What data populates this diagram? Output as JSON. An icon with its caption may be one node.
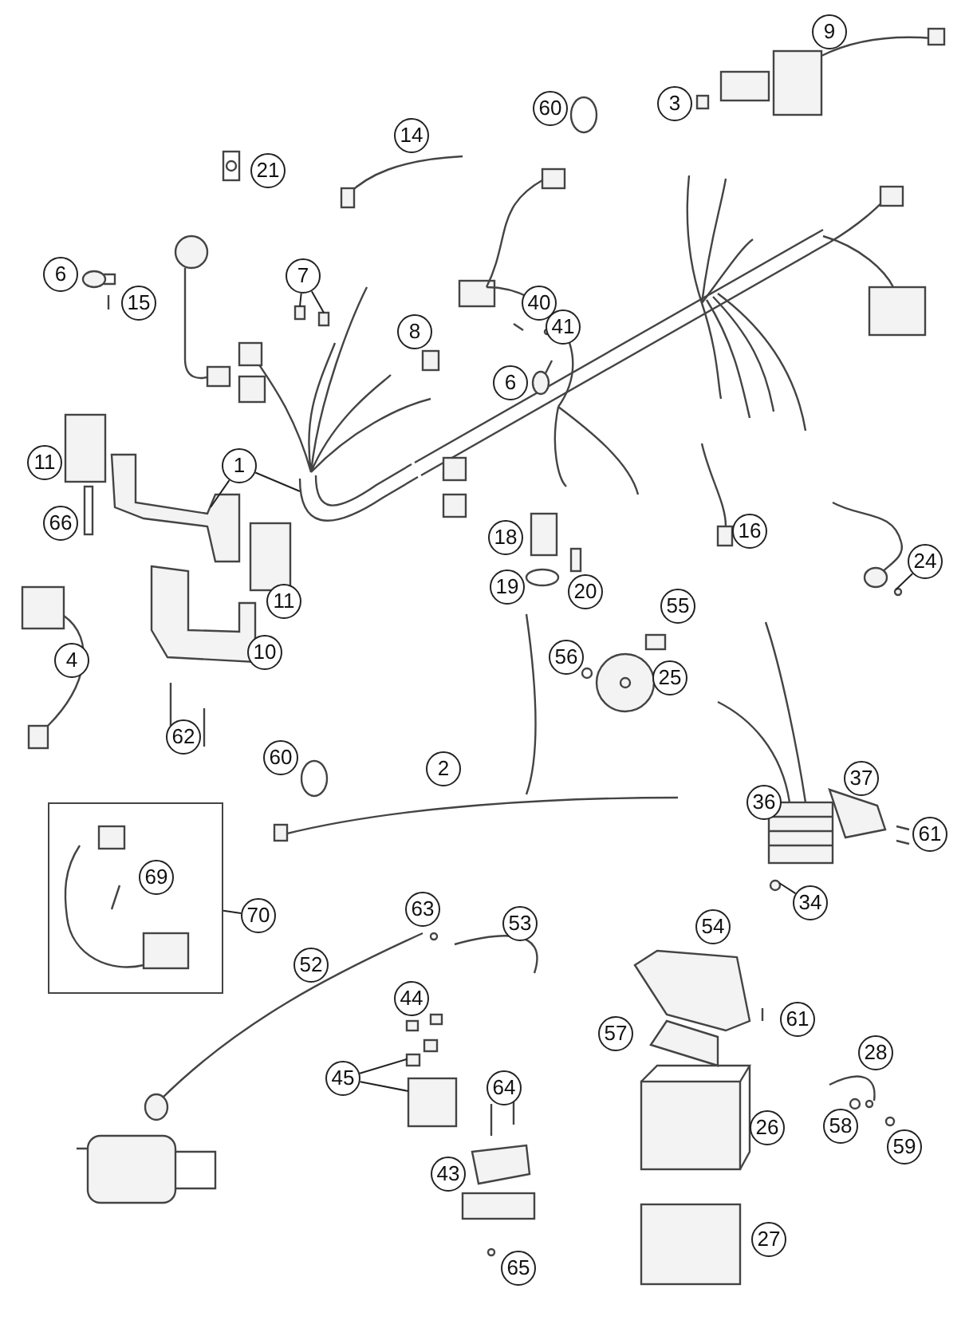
{
  "diagram": {
    "nodes": [
      {
        "text": [
          "9"
        ]
      },
      {
        "text": [
          "3"
        ]
      },
      {
        "text": [
          "60"
        ]
      },
      {
        "text": [
          "14"
        ]
      },
      {
        "text": [
          "21"
        ]
      },
      {
        "text": [
          "7"
        ]
      },
      {
        "text": [
          "6"
        ]
      },
      {
        "text": [
          "15"
        ]
      },
      {
        "text": [
          "40"
        ]
      },
      {
        "text": [
          "41"
        ]
      },
      {
        "text": [
          "8"
        ]
      },
      {
        "text": [
          "6"
        ]
      },
      {
        "text": [
          "11"
        ]
      },
      {
        "text": [
          "1"
        ]
      },
      {
        "text": [
          "66"
        ]
      },
      {
        "text": [
          "16"
        ]
      },
      {
        "text": [
          "18"
        ]
      },
      {
        "text": [
          "24"
        ]
      },
      {
        "text": [
          "19"
        ]
      },
      {
        "text": [
          "20"
        ]
      },
      {
        "text": [
          "11"
        ]
      },
      {
        "text": [
          "55"
        ]
      },
      {
        "text": [
          "10"
        ]
      },
      {
        "text": [
          "56"
        ]
      },
      {
        "text": [
          "4"
        ]
      },
      {
        "text": [
          "25"
        ]
      },
      {
        "text": [
          "62"
        ]
      },
      {
        "text": [
          "60"
        ]
      },
      {
        "text": [
          "2"
        ]
      },
      {
        "text": [
          "37"
        ]
      },
      {
        "text": [
          "36"
        ]
      },
      {
        "text": [
          "61"
        ]
      },
      {
        "text": [],
        "shape": "box"
      },
      {
        "text": [
          "69"
        ],
        "in": 32
      },
      {
        "text": [
          "70"
        ]
      },
      {
        "text": [
          "34"
        ]
      },
      {
        "text": [
          "63"
        ]
      },
      {
        "text": [
          "53"
        ]
      },
      {
        "text": [
          "54"
        ]
      },
      {
        "text": [
          "52"
        ]
      },
      {
        "text": [
          "44"
        ]
      },
      {
        "text": [
          "61"
        ]
      },
      {
        "text": [
          "57"
        ]
      },
      {
        "text": [
          "28"
        ]
      },
      {
        "text": [
          "45"
        ]
      },
      {
        "text": [
          "64"
        ]
      },
      {
        "text": [
          "26"
        ]
      },
      {
        "text": [
          "58"
        ]
      },
      {
        "text": [
          "59"
        ]
      },
      {
        "text": [
          "43"
        ]
      },
      {
        "text": [
          "27"
        ]
      },
      {
        "text": [
          "65"
        ]
      },
      {
        "text": [],
        "shape": "picture"
      },
      {
        "text": [],
        "shape": "picture"
      },
      {
        "text": [],
        "shape": "box"
      },
      {
        "text": [],
        "shape": "box"
      },
      {
        "text": [],
        "shape": "circle"
      },
      {
        "text": [],
        "shape": "circle"
      },
      {
        "text": [],
        "shape": "box"
      },
      {
        "text": [],
        "shape": "box"
      }
    ],
    "edges": [
      {
        "from": 13,
        "to": 52,
        "arrow": "none"
      },
      {
        "from": 13,
        "to": 53,
        "arrow": "none"
      },
      {
        "from": 5,
        "to": 54,
        "arrow": "none"
      },
      {
        "from": 5,
        "to": 55,
        "arrow": "none"
      },
      {
        "from": 44,
        "to": 58,
        "arrow": "none"
      },
      {
        "from": 44,
        "to": 59,
        "arrow": "none"
      },
      {
        "from": 17,
        "to": 56,
        "arrow": "none"
      },
      {
        "from": 35,
        "to": 57,
        "arrow": "none"
      },
      {
        "from": 34,
        "to": 32,
        "arrow": "none"
      }
    ]
  }
}
